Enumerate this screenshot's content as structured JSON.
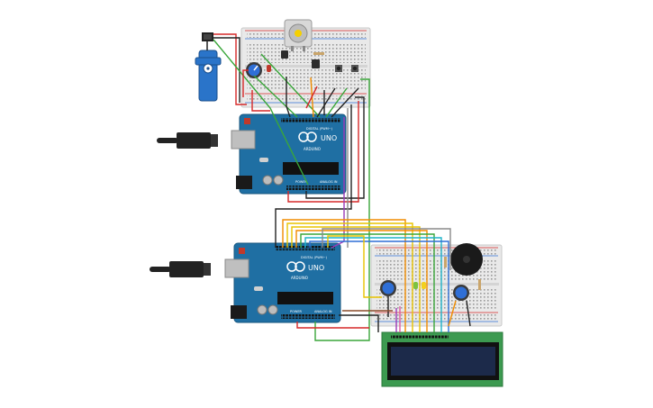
{
  "boards": {
    "top": {
      "brand_label": "ARDUINO",
      "model_label": "UNO",
      "digital_label": "DIGITAL (PWM~)",
      "power_label": "POWER",
      "analog_label": "ANALOG IN"
    },
    "bottom": {
      "brand_label": "ARDUINO",
      "model_label": "UNO",
      "digital_label": "DIGITAL (PWM~)",
      "power_label": "POWER",
      "analog_label": "ANALOG IN"
    }
  },
  "colors": {
    "board_blue": "#1f6fa3",
    "breadboard": "#e6e6e6",
    "lcd_green": "#3c9a50",
    "lcd_screen": "#1c2a4a",
    "wire_red": "#d62828",
    "wire_black": "#222222",
    "wire_green": "#3aa63a",
    "wire_orange": "#f08c00",
    "wire_yellow": "#e8c300",
    "wire_blue": "#2f6fd6",
    "wire_purple": "#9b3bb8",
    "wire_gray": "#8a8a8a",
    "wire_pink": "#e05aa0",
    "wire_brown": "#8a4b2a",
    "wire_cyan": "#1fb3c9"
  },
  "components": [
    "servo-motor",
    "dc-motor",
    "potentiometer",
    "pushbutton",
    "transistor",
    "piezo-buzzer",
    "lcd-16x2",
    "led",
    "resistor",
    "usb-cable"
  ]
}
